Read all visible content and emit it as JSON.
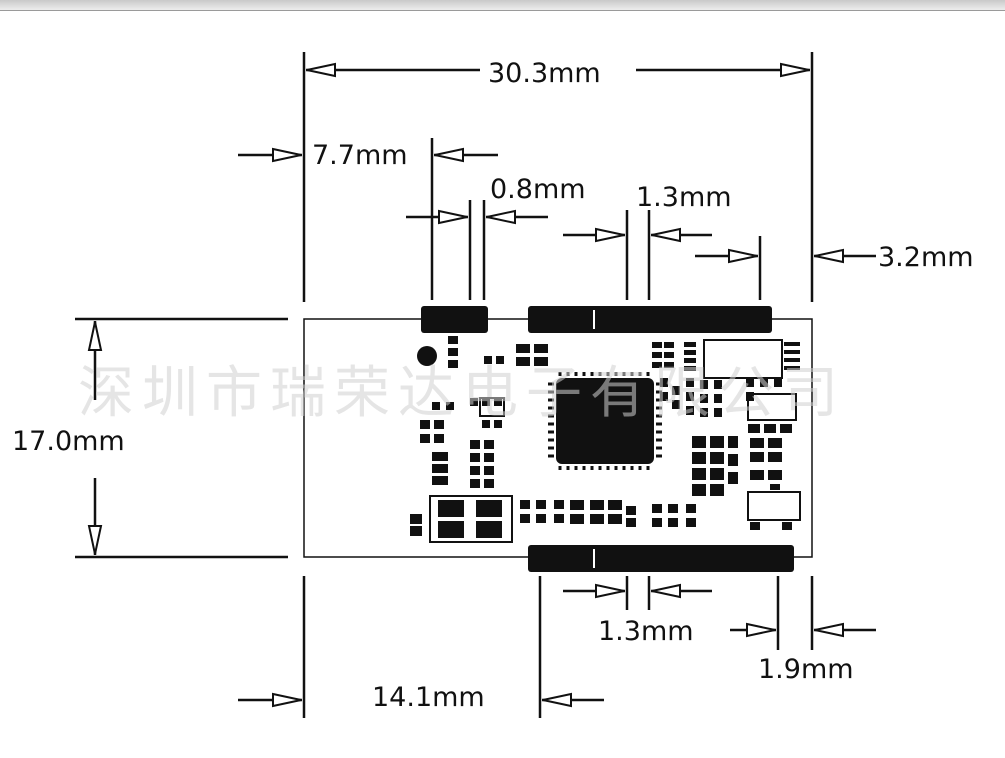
{
  "diagram": {
    "board_width": "30.3mm",
    "board_height": "17.0mm",
    "left_offset_top": "7.7mm",
    "pin_gap": "0.8mm",
    "pitch_top": "1.3mm",
    "right_offset": "3.2mm",
    "pitch_bottom": "1.3mm",
    "right_offset_bottom": "1.9mm",
    "left_offset_bottom": "14.1mm"
  },
  "watermark": "深圳市瑞荣达电子有限公司",
  "colors": {
    "ink": "#111111",
    "board": "#ffffff",
    "watermark": "#cfcfcf"
  }
}
